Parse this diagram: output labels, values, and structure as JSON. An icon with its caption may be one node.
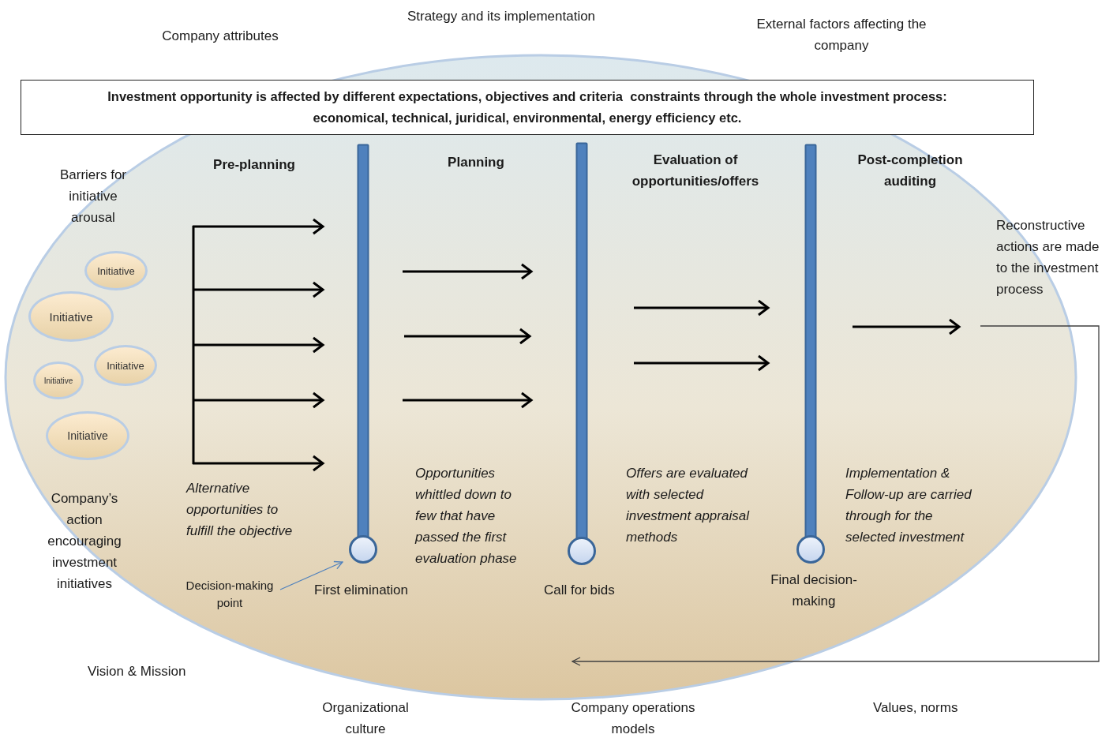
{
  "diagram": {
    "nodes": [
      {
        "text": [
          "Investment opportunity is affected by different expectations, objectives and criteria  constraints through the whole investment process: economical, technical, juridical, environmental, energy efficiency etc."
        ]
      },
      {
        "text": [
          "Initiative"
        ]
      },
      {
        "text": [
          "Initiative"
        ]
      },
      {
        "text": [
          "Initiative"
        ]
      },
      {
        "text": [
          "Initiative"
        ]
      },
      {
        "text": [
          "Initiative"
        ]
      },
      {
        "text": [],
        "shape": "bar"
      },
      {
        "text": [],
        "shape": "bar"
      },
      {
        "text": [],
        "shape": "bar"
      },
      {
        "text": [
          "Decision-making point"
        ]
      },
      {
        "text": [
          "Reconstructive actions are made to the investment process"
        ]
      }
    ],
    "edges": [
      {
        "from": 9,
        "to": 6,
        "arrow": "to",
        "color": "#4f81bd"
      },
      {
        "from": 10,
        "to": null,
        "arrow": "to",
        "color": "#404040"
      }
    ],
    "labels": [
      "Strategy and its implementation",
      "Company attributes",
      "External factors affecting the company",
      "Barriers for initiative arousal",
      "Pre-planning",
      "Planning",
      "Evaluation of opportunities/offers",
      "Post-completion auditing",
      "Company’s action encouraging investment initiatives",
      "Alternative opportunities to fulfill the objective",
      "Opportunities whittled down to few that have passed the first evaluation phase",
      "Offers are evaluated with selected investment appraisal methods",
      "Implementation & Follow-up are carried through for the selected investment",
      "First elimination",
      "Call for bids",
      "Final decision-making",
      "Vision & Mission",
      "Organizational culture",
      "Company operations models",
      "Values, norms"
    ]
  }
}
